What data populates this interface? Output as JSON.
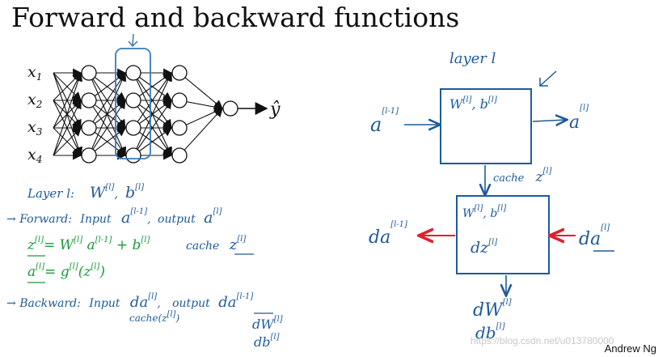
{
  "slide": {
    "title": "Forward and backward functions",
    "author": "Andrew Ng",
    "watermark": "https://blog.csdn.net/u013780000"
  },
  "network": {
    "inputs": [
      {
        "base": "x",
        "sub": "1"
      },
      {
        "base": "x",
        "sub": "2"
      },
      {
        "base": "x",
        "sub": "3"
      },
      {
        "base": "x",
        "sub": "4"
      }
    ],
    "output": "ŷ",
    "layer_sizes": [
      4,
      4,
      4,
      4,
      1
    ]
  },
  "notes_left": {
    "layer": {
      "prefix": "Layer l:",
      "w": "W",
      "w_sup": "[l]",
      "b": "b",
      "b_sup": "[l]"
    },
    "forward": {
      "arrow": "→",
      "label": "Forward:",
      "input": "Input",
      "a": "a",
      "a_in_sup": "[l-1]",
      "output": "output",
      "a_out_sup": "[l]"
    },
    "eq_z": {
      "lhs": "z",
      "lhs_sup": "[l]",
      "eq": "=",
      "w": "W",
      "w_sup": "[l]",
      "a": "a",
      "a_sup": "[l-1]",
      "plus": "+",
      "b": "b",
      "b_sup": "[l]"
    },
    "eq_a": {
      "lhs": "a",
      "lhs_sup": "[l]",
      "eq": "=",
      "g": "g",
      "g_sup": "[l]",
      "arg": "(z",
      "arg_sup": "[l]",
      "close": ")"
    },
    "cache": {
      "label": "cache",
      "z": "z",
      "z_sup": "[l]"
    },
    "backward": {
      "arrow": "→",
      "label": "Backward:",
      "input": "Input",
      "da": "da",
      "da_sup": "[l]",
      "output": "output",
      "da_out_sup": "[l-1]"
    },
    "cache_back": {
      "label": "cache",
      "arg": "(z",
      "arg_sup": "[l]",
      "close": ")"
    },
    "dw": {
      "label": "dW",
      "sup": "[l]"
    },
    "db": {
      "label": "db",
      "sup": "[l]"
    }
  },
  "notes_right": {
    "layer_title": "layer l",
    "top_box": {
      "w": "W",
      "w_sup": "[l]",
      "comma": ",",
      "b": "b",
      "b_sup": "[l]"
    },
    "a_in": {
      "a": "a",
      "sup": "[l-1]"
    },
    "a_out": {
      "a": "a",
      "sup": "[l]"
    },
    "cache": {
      "label": "cache",
      "z": "z",
      "sup": "[l]"
    },
    "bottom_box": {
      "w": "W",
      "w_sup": "[l]",
      "comma": ",",
      "b": "b",
      "b_sup": "[l]",
      "dz": "dz",
      "dz_sup": "[l]"
    },
    "da_in": {
      "da": "da",
      "sup": "[l]"
    },
    "da_out": {
      "da": "da",
      "sup": "[l-1]"
    },
    "dw": {
      "label": "dW",
      "sup": "[l]"
    },
    "db": {
      "label": "db",
      "sup": "[l]"
    }
  },
  "colors": {
    "ink_blue": "#1e5a9c",
    "ink_green": "#1a9a3a",
    "ink_red": "#e0202a",
    "highlight": "#3a7ab8"
  }
}
